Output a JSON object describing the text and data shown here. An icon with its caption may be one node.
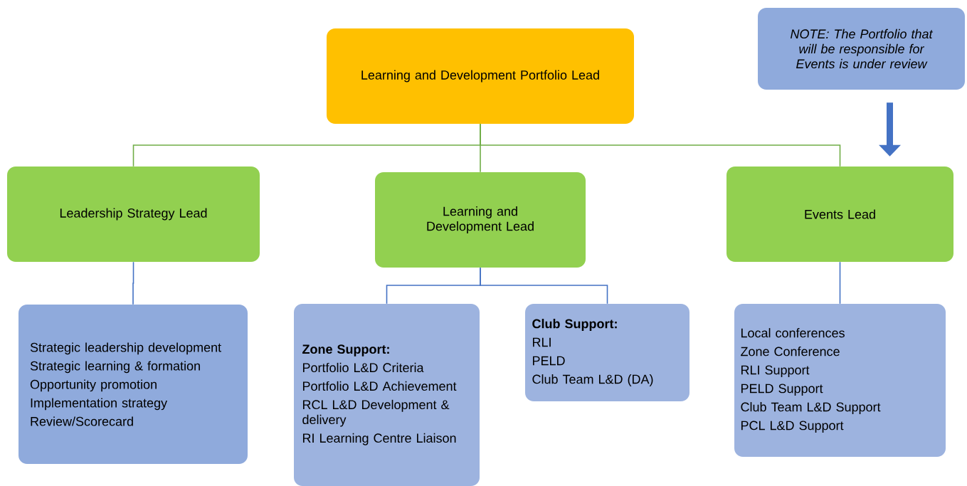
{
  "diagram": {
    "nodes": [
      {
        "text": [
          "Learning and Development Portfolio Lead"
        ]
      },
      {
        "text": [
          "Leadership Strategy Lead"
        ]
      },
      {
        "text": [
          "Learning and Development Lead"
        ]
      },
      {
        "text": [
          "Events Lead"
        ]
      },
      {
        "text": [
          "NOTE: The Portfolio that will be responsible for Events is under review"
        ]
      },
      {
        "text": [
          "Strategic leadership development",
          "Strategic learning & formation",
          "Opportunity promotion",
          "Implementation strategy",
          "Review/Scorecard"
        ]
      },
      {
        "text": [
          "Zone Support:",
          "Portfolio L&D Criteria",
          "Portfolio L&D Achievement",
          "RCL L&D Development & delivery",
          "RI Learning Centre Liaison"
        ]
      },
      {
        "text": [
          "Club Support:",
          "RLI",
          "PELD",
          "Club Team L&D (DA)"
        ]
      },
      {
        "text": [
          "Local conferences",
          "Zone Conference",
          "RLI Support",
          "PELD Support",
          "Club Team L&D Support",
          "PCL L&D Support"
        ]
      }
    ],
    "edges": [
      {
        "from": 0,
        "to": 1,
        "arrow": "none",
        "color": "#70ad47"
      },
      {
        "from": 0,
        "to": 2,
        "arrow": "none",
        "color": "#70ad47"
      },
      {
        "from": 0,
        "to": 3,
        "arrow": "none",
        "color": "#70ad47"
      },
      {
        "from": 1,
        "to": 5,
        "arrow": "none"
      },
      {
        "from": 2,
        "to": 6,
        "arrow": "none"
      },
      {
        "from": 2,
        "to": 7,
        "arrow": "none"
      },
      {
        "from": 3,
        "to": 8,
        "arrow": "none"
      },
      {
        "from": 4,
        "to": 3,
        "arrow": "to",
        "style": "thick"
      }
    ]
  }
}
